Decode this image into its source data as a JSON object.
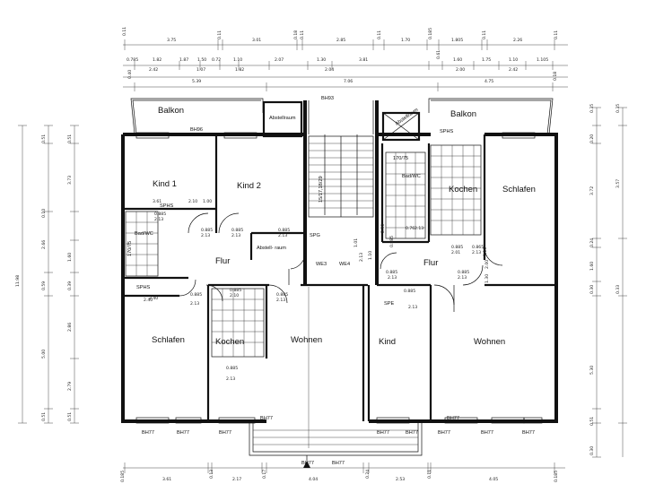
{
  "rooms": {
    "kind1": "Kind 1",
    "kind2": "Kind 2",
    "schlafen_left": "Schlafen",
    "kochen_left": "Kochen",
    "wohnen_left": "Wohnen",
    "kind": "Kind",
    "wohnen_right": "Wohnen",
    "schlafen_right": "Schlafen",
    "kochen_right": "Kochen",
    "flur_left": "Flur",
    "flur_right": "Flur",
    "bad_left": "Bad/WC",
    "bad_right": "Bad/WC",
    "balkon_left": "Balkon",
    "balkon_right": "Balkon",
    "abstellraum": "Abstellraum",
    "abstellraum_right": "Abstellraum",
    "abstell_small": "Abstell-\nraum"
  },
  "labels": {
    "bh93": "BH93",
    "bh96": "BH96",
    "sphs_top_right": "SPHS",
    "sphs_left": "SPHS",
    "sphs_bottom_left": "SPHS",
    "spg_center": "SPG",
    "spe_right": "SPE",
    "we3": "WE3",
    "we4": "WE4",
    "bh77": [
      "BH77",
      "BH77",
      "BH77",
      "BH77",
      "BH77",
      "BH77",
      "BH77",
      "BH77",
      "BH77",
      "BH77",
      "BH77",
      "BH77"
    ],
    "bad_size_right": "170/75",
    "bad_size_left": "170/75",
    "stair_count": "15/17,18/29"
  },
  "dims": {
    "top_row1": [
      "3.75",
      "0.11",
      "3.01",
      "0.11",
      "2.85",
      "0.11",
      "1.70",
      "1.805",
      "2.26",
      "0.11"
    ],
    "top_row1_mid": [
      "0.11",
      "0.18",
      "0.185",
      "0.11"
    ],
    "top_row2": [
      "0.785",
      "1.82",
      "1.87",
      "1.50",
      "0.72",
      "1.10",
      "2.07",
      "1.30",
      "3.81",
      "0.61",
      "1.60",
      "1.75",
      "1.10",
      "1.105"
    ],
    "top_row3": [
      "2.42",
      "1.07",
      "1.82",
      "2.04",
      "2.00",
      "2.42"
    ],
    "top_row4": [
      "0.40",
      "5.39",
      "7.06",
      "4.75",
      "0.18"
    ],
    "left_outer": [
      "11.98"
    ],
    "left_mid": [
      "0.51",
      "0.10",
      "2.66",
      "0.59",
      "0.51"
    ],
    "left_inner": [
      "0.51",
      "3.73",
      "1.60",
      "0.39",
      "2.86",
      "5.00",
      "2.79",
      "0.51"
    ],
    "right_inner": [
      "0.35",
      "0.20",
      "3.72",
      "0.24",
      "1.60",
      "0.30",
      "5.30",
      "0.51"
    ],
    "right_outer": [
      "0.35",
      "3.57",
      "0.33",
      "0.30"
    ],
    "bottom": [
      "0.185",
      "3.61",
      "0.13",
      "2.17",
      "0.17",
      "4.04",
      "0.24",
      "2.53",
      "0.11",
      "4.05",
      "0.185"
    ],
    "room_dims": [
      "0.885",
      "2.13",
      "0.885",
      "2.13",
      "0.885",
      "2.13",
      "0.885",
      "2.13",
      "0.885",
      "2.10",
      "0.885",
      "2.13",
      "0.885",
      "2.13",
      "0.885",
      "2.13",
      "0.885",
      "2.13",
      "0.885",
      "2.13",
      "0.76",
      "2.13",
      "0.885",
      "2.01",
      "1.01",
      "2.13",
      "0.865",
      "2.13",
      "0.885",
      "2.13",
      "1.10",
      "0.885",
      "2.40"
    ],
    "small_dims": [
      "3.61",
      "2.10",
      "2.40",
      "1.00",
      "2.30",
      "1.10",
      "2.00",
      "1.30"
    ]
  }
}
